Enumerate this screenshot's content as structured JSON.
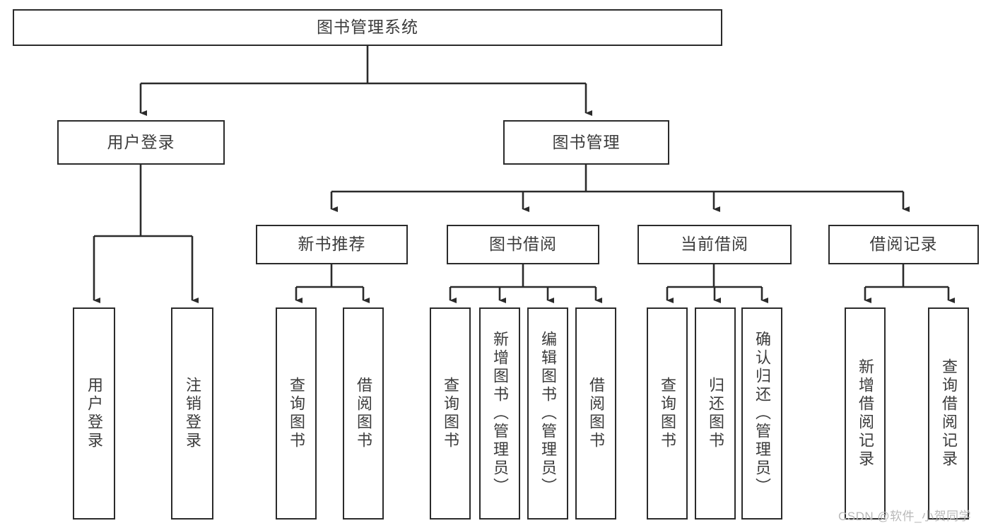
{
  "diagram": {
    "title": "图书管理系统",
    "type": "tree-hierarchy-chart",
    "root": {
      "id": "root",
      "label": "图书管理系统"
    },
    "level2": [
      {
        "id": "user-login",
        "label": "用户登录"
      },
      {
        "id": "book-manage",
        "label": "图书管理"
      }
    ],
    "level3": [
      {
        "id": "new-book-rec",
        "label": "新书推荐"
      },
      {
        "id": "book-borrow",
        "label": "图书借阅"
      },
      {
        "id": "current-borrow",
        "label": "当前借阅"
      },
      {
        "id": "borrow-record",
        "label": "借阅记录"
      }
    ],
    "leaves": [
      {
        "id": "leaf-user-login",
        "label": "用户登录"
      },
      {
        "id": "leaf-user-logout",
        "label": "注销登录"
      },
      {
        "id": "leaf-query-book-1",
        "label": "查询图书"
      },
      {
        "id": "leaf-borrow-book-1",
        "label": "借阅图书"
      },
      {
        "id": "leaf-query-book-2",
        "label": "查询图书"
      },
      {
        "id": "leaf-add-book",
        "label": "新增图书（管理员）"
      },
      {
        "id": "leaf-edit-book",
        "label": "编辑图书（管理员）"
      },
      {
        "id": "leaf-borrow-book-2",
        "label": "借阅图书"
      },
      {
        "id": "leaf-query-book-3",
        "label": "查询图书"
      },
      {
        "id": "leaf-return-book",
        "label": "归还图书"
      },
      {
        "id": "leaf-confirm-return",
        "label": "确认归还（管理员）"
      },
      {
        "id": "leaf-add-record",
        "label": "新增借阅记录"
      },
      {
        "id": "leaf-query-record",
        "label": "查询借阅记录"
      }
    ],
    "watermark": "CSDN @软件_小贺同学",
    "colors": {
      "stroke": "#2b2b2b",
      "text": "#3c3c3c",
      "background": "#ffffff",
      "watermark": "#b9b9b9"
    }
  }
}
